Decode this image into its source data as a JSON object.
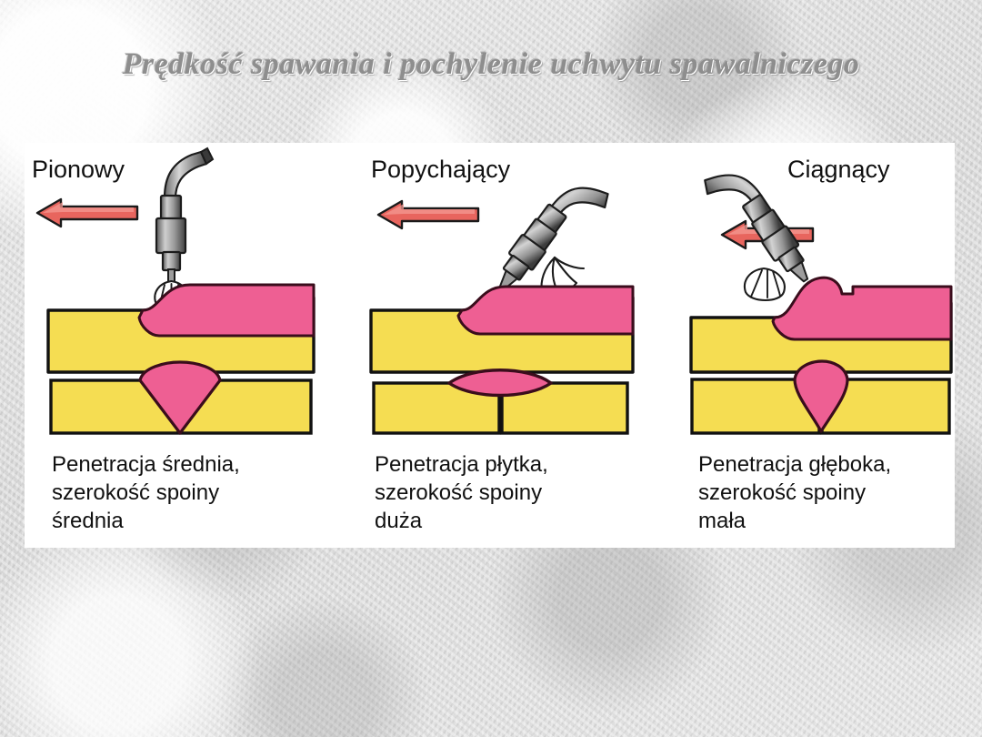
{
  "slide": {
    "title": "Prędkość spawania i pochylenie uchwytu spawalniczego",
    "background_color": "#dcdcdc",
    "panel_color": "#ffffff"
  },
  "palette": {
    "weld_bead_pink": "#ee5f93",
    "base_metal_yellow": "#f5dd52",
    "torch_gray_light": "#c9c9c9",
    "torch_gray_dark": "#4a4a4a",
    "arrow_red": "#e8655e",
    "outline_black": "#111111",
    "title_gray": "#8e8e8e"
  },
  "panels": [
    {
      "id": "pionowy",
      "mode_label": "Pionowy",
      "travel_arrow": "arrow-left",
      "torch_angle_deg": 0,
      "caption": "Penetracja średnia,\nszerokość spoiny\nśrednia",
      "penetration": "średnia",
      "bead_width": "średnia",
      "cross_section_shape": "medium-v-fan"
    },
    {
      "id": "popychajacy",
      "mode_label": "Popychający",
      "travel_arrow": "arrow-left",
      "torch_angle_deg": 35,
      "caption": "Penetracja płytka,\nszerokość spoiny\nduża",
      "penetration": "płytka",
      "bead_width": "duża",
      "cross_section_shape": "shallow-wide-lens"
    },
    {
      "id": "ciagnacy",
      "mode_label": "Ciągnący",
      "travel_arrow": "arrow-left",
      "torch_angle_deg": -35,
      "caption": "Penetracja głęboka,\nszerokość spoiny\nmała",
      "penetration": "głęboka",
      "bead_width": "mała",
      "cross_section_shape": "deep-narrow-fan"
    }
  ]
}
